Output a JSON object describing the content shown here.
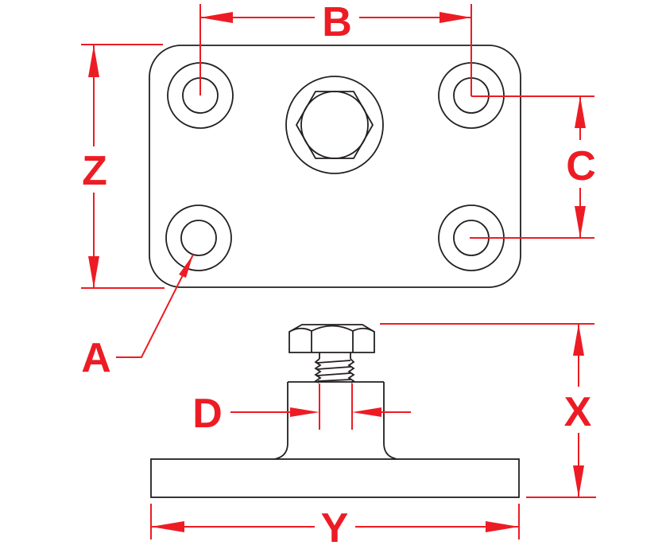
{
  "colors": {
    "outline": "#231f20",
    "dimension": "#ed1c24",
    "background": "#ffffff"
  },
  "labels": {
    "a": "A",
    "b": "B",
    "c": "C",
    "d": "D",
    "x": "X",
    "y": "Y",
    "z": "Z"
  }
}
